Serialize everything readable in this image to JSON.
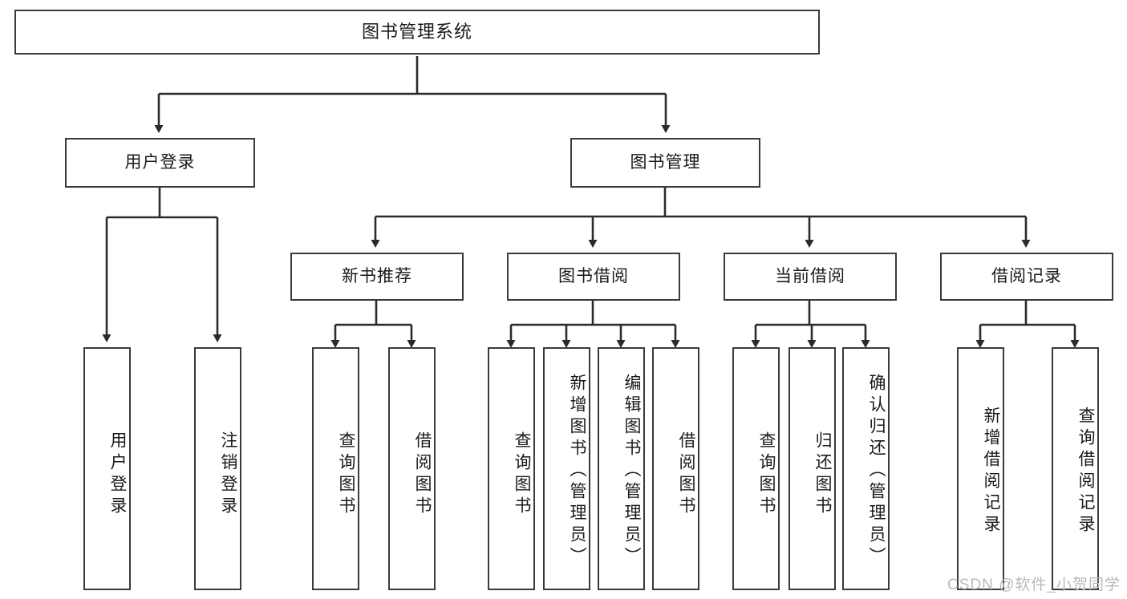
{
  "diagram": {
    "title": "图书管理系统",
    "type": "tree",
    "watermark": "CSDN @软件_小贺同学",
    "colors": {
      "box_border": "#3a3a3a",
      "box_fill": "#ffffff",
      "connector": "#2b2b2b",
      "text": "#1a1a1a",
      "watermark": "#b9b9b9"
    },
    "levels": {
      "level1": [
        "图书管理系统"
      ],
      "level2": [
        "用户登录",
        "图书管理"
      ],
      "level3": [
        "新书推荐",
        "图书借阅",
        "当前借阅",
        "借阅记录"
      ],
      "level4": [
        "用户登录",
        "注销登录",
        "查询图书",
        "借阅图书",
        "查询图书",
        "新增图书（管理员）",
        "编辑图书（管理员）",
        "借阅图书",
        "查询图书",
        "归还图书",
        "确认归还（管理员）",
        "新增借阅记录",
        "查询借阅记录"
      ]
    },
    "nodes": {
      "root": {
        "label": "图书管理系统"
      },
      "user_login": {
        "label": "用户登录"
      },
      "book_mgmt": {
        "label": "图书管理"
      },
      "new_book_rec": {
        "label": "新书推荐"
      },
      "book_borrow": {
        "label": "图书借阅"
      },
      "current_borrow": {
        "label": "当前借阅"
      },
      "borrow_record": {
        "label": "借阅记录"
      },
      "leaf_user_login": {
        "label": "用户登录"
      },
      "leaf_logout": {
        "label": "注销登录"
      },
      "leaf_query_book_1": {
        "label": "查询图书"
      },
      "leaf_borrow_book_1": {
        "label": "借阅图书"
      },
      "leaf_query_book_2": {
        "label": "查询图书"
      },
      "leaf_add_book": {
        "label": "新增图书（管理员）"
      },
      "leaf_edit_book": {
        "label": "编辑图书（管理员）"
      },
      "leaf_borrow_book_2": {
        "label": "借阅图书"
      },
      "leaf_query_book_3": {
        "label": "查询图书"
      },
      "leaf_return_book": {
        "label": "归还图书"
      },
      "leaf_confirm_return": {
        "label": "确认归还（管理员）"
      },
      "leaf_add_record": {
        "label": "新增借阅记录"
      },
      "leaf_query_record": {
        "label": "查询借阅记录"
      }
    },
    "edges": [
      {
        "from": "root",
        "to": "user_login"
      },
      {
        "from": "root",
        "to": "book_mgmt"
      },
      {
        "from": "user_login",
        "to": "leaf_user_login"
      },
      {
        "from": "user_login",
        "to": "leaf_logout"
      },
      {
        "from": "book_mgmt",
        "to": "new_book_rec"
      },
      {
        "from": "book_mgmt",
        "to": "book_borrow"
      },
      {
        "from": "book_mgmt",
        "to": "current_borrow"
      },
      {
        "from": "book_mgmt",
        "to": "borrow_record"
      },
      {
        "from": "new_book_rec",
        "to": "leaf_query_book_1"
      },
      {
        "from": "new_book_rec",
        "to": "leaf_borrow_book_1"
      },
      {
        "from": "book_borrow",
        "to": "leaf_query_book_2"
      },
      {
        "from": "book_borrow",
        "to": "leaf_add_book"
      },
      {
        "from": "book_borrow",
        "to": "leaf_edit_book"
      },
      {
        "from": "book_borrow",
        "to": "leaf_borrow_book_2"
      },
      {
        "from": "current_borrow",
        "to": "leaf_query_book_3"
      },
      {
        "from": "current_borrow",
        "to": "leaf_return_book"
      },
      {
        "from": "current_borrow",
        "to": "leaf_confirm_return"
      },
      {
        "from": "borrow_record",
        "to": "leaf_add_record"
      },
      {
        "from": "borrow_record",
        "to": "leaf_query_record"
      }
    ]
  }
}
